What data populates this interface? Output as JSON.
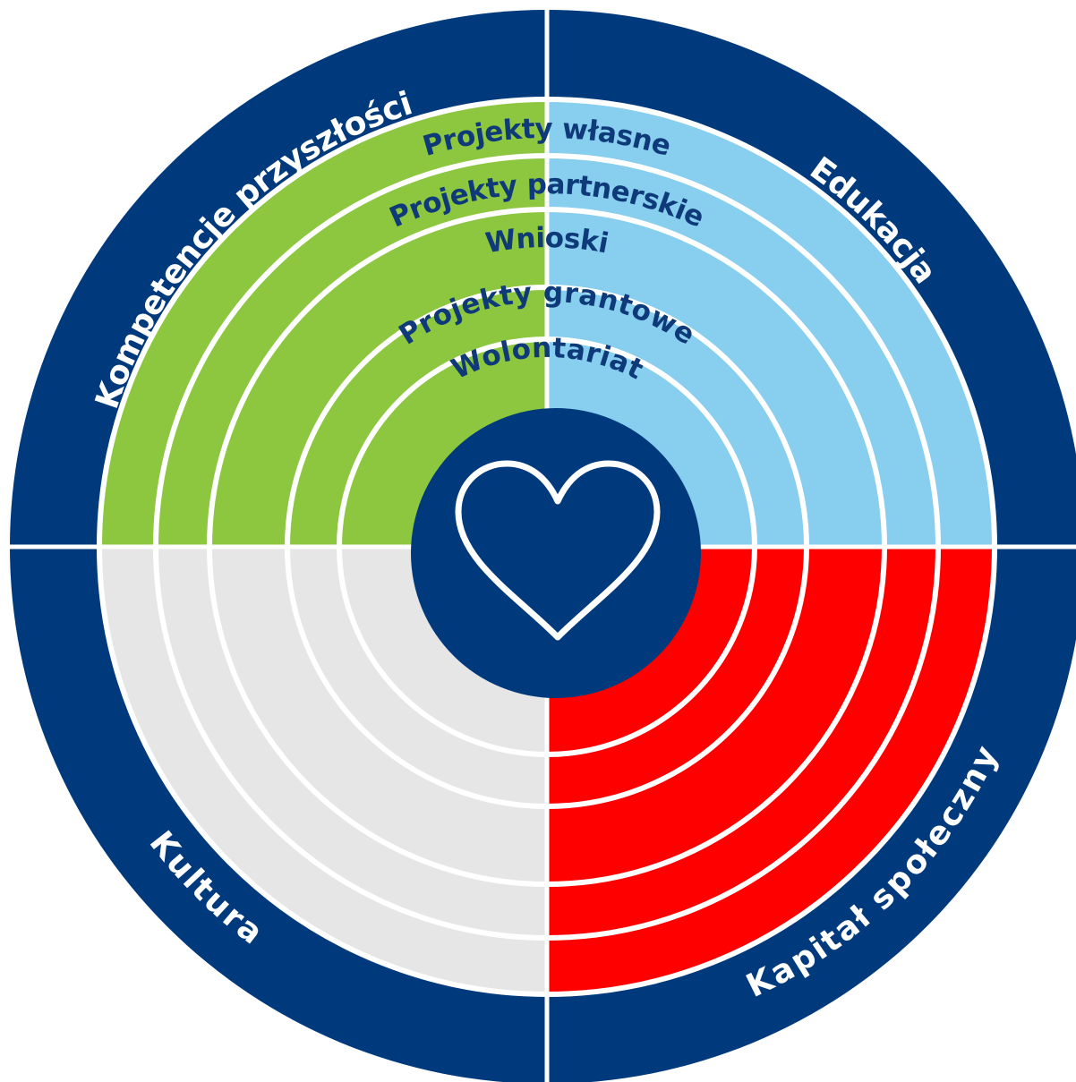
{
  "colors": {
    "navy": "#003a7d",
    "green": "#8dc63f",
    "light_blue": "#87ceef",
    "red": "#ff0000",
    "grey": "#e6e6e6",
    "divider": "#ffffff",
    "ring_text": "#0f3a7a"
  },
  "quadrants": [
    {
      "key": "top-left",
      "label": "Kompetencje przyszłości",
      "fill": "#8dc63f"
    },
    {
      "key": "top-right",
      "label": "Edukacja",
      "fill": "#87ceef"
    },
    {
      "key": "bottom-right",
      "label": "Kapitał społeczny",
      "fill": "#ff0000"
    },
    {
      "key": "bottom-left",
      "label": "Kultura",
      "fill": "#e6e6e6"
    }
  ],
  "rings": [
    {
      "label": "Projekty własne"
    },
    {
      "label": "Projekty partnerskie"
    },
    {
      "label": "Wnioski"
    },
    {
      "label": "Projekty grantowe"
    },
    {
      "label": "Wolontariat"
    }
  ],
  "center": {
    "icon": "heart-icon"
  }
}
